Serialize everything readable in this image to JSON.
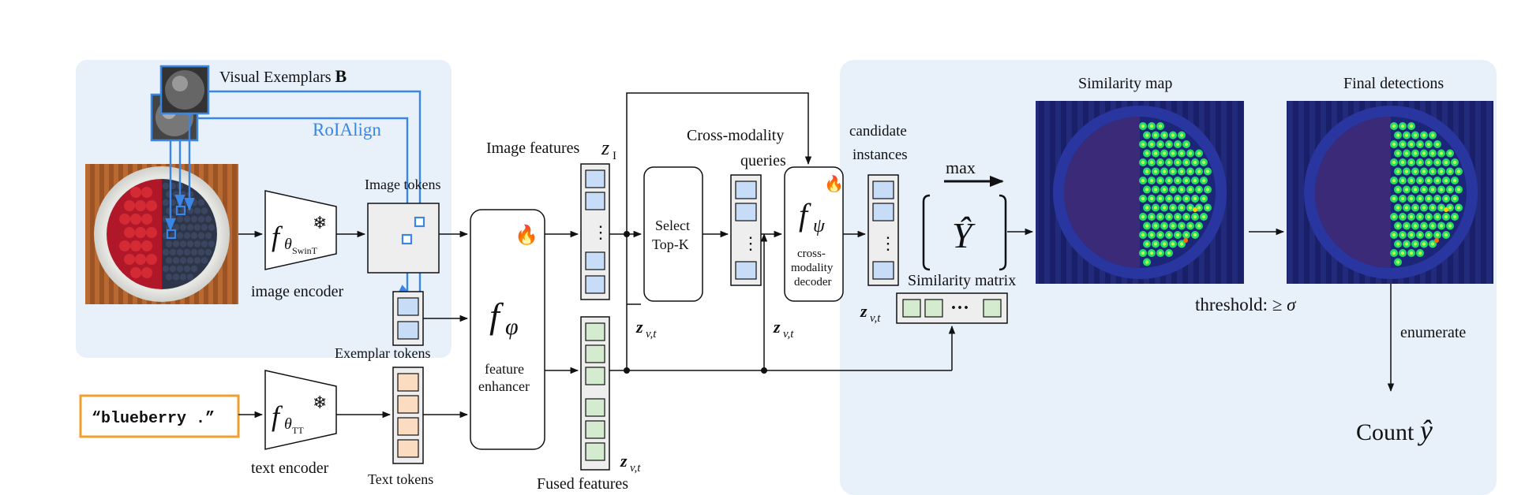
{
  "labels": {
    "visual_exemplars": "Visual Exemplars",
    "visual_exemplars_symbol": "B",
    "roialign": "RoIAlign",
    "image_tokens": "Image tokens",
    "image_encoder": "image encoder",
    "exemplar_tokens": "Exemplar tokens",
    "text_encoder": "text encoder",
    "text_tokens": "Text tokens",
    "feature_enhancer_line1": "feature",
    "feature_enhancer_line2": "enhancer",
    "image_features": "Image features",
    "fused_features": "Fused features",
    "select_topk_line1": "Select",
    "select_topk_line2": "Top-K",
    "cross_modality_queries_line1": "Cross-modality",
    "cross_modality_queries_line2": "queries",
    "decoder_line1": "cross-",
    "decoder_line2": "modality",
    "decoder_line3": "decoder",
    "candidate_line1": "candidate",
    "candidate_line2": "instances",
    "max": "max",
    "similarity_matrix": "Similarity matrix",
    "similarity_map": "Similarity map",
    "final_detections": "Final detections",
    "threshold": "threshold:",
    "enumerate": "enumerate",
    "count": "Count",
    "text_prompt": "“blueberry .”"
  },
  "symbols": {
    "f_theta": "f",
    "theta": "θ",
    "swin_sub": "SwinT",
    "tt_sub": "TT",
    "f_phi": "f",
    "phi": "φ",
    "f_psi": "f",
    "psi": "ψ",
    "z": "z",
    "z_sub_I": "I",
    "z_sub_vt": "v,t",
    "y_hat_cap": "Ŷ",
    "y_hat": "ŷ",
    "geq_sigma": "≥ σ",
    "ellipsis_h": "···",
    "ellipsis_v": "⋮"
  },
  "colors": {
    "panel_bg": "#e8f0fa",
    "exemplar_blue": "#3a86e6",
    "token_blue": "#c7dcf7",
    "token_green": "#d5ebcf",
    "token_orange": "#fbdcc0",
    "prompt_border": "#f0a030",
    "encoder_gray": "#eeeeee",
    "fire": "#e8541c",
    "snow": "#5aa8e8"
  },
  "icons": {
    "frozen": "snowflake-icon",
    "trainable": "fire-icon"
  }
}
